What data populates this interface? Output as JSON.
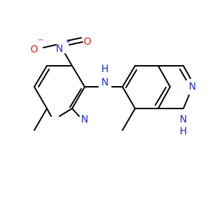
{
  "molecule": {
    "atoms": {
      "nitro_o_minus": "O",
      "nitro_o_minus_charge": "−",
      "nitro_n_plus": "N",
      "nitro_n_plus_charge": "+",
      "nitro_o": "O",
      "pyridine_n": "N",
      "amine_nh": "N",
      "amine_h": "H",
      "indazole_n2": "N",
      "indazole_n1": "N",
      "indazole_n1_h": "H"
    },
    "colors": {
      "carbon": "#000000",
      "nitrogen": "#1f2bd6",
      "oxygen": "#e0190e"
    }
  }
}
